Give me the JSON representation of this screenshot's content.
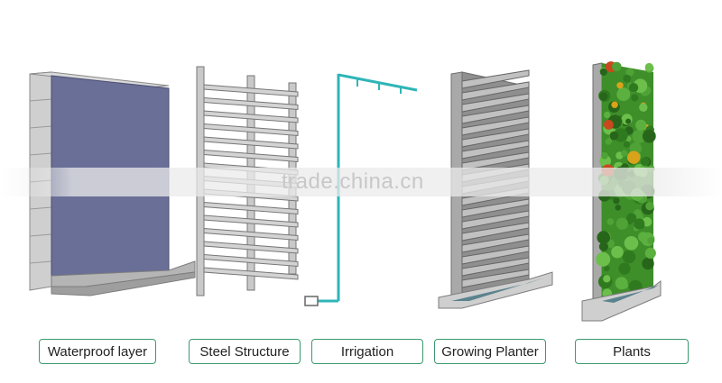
{
  "labels": [
    "Waterproof layer",
    "Steel Structure",
    "Irrigation",
    "Growing Planter",
    "Plants"
  ],
  "watermark": "trade.china.cn",
  "colors": {
    "panel": "#6a6f97",
    "steel": "#c9c9c9",
    "irrigation": "#2fb5b8",
    "label_border": "#3d9a6e",
    "foliage": "#3e8e2a"
  }
}
